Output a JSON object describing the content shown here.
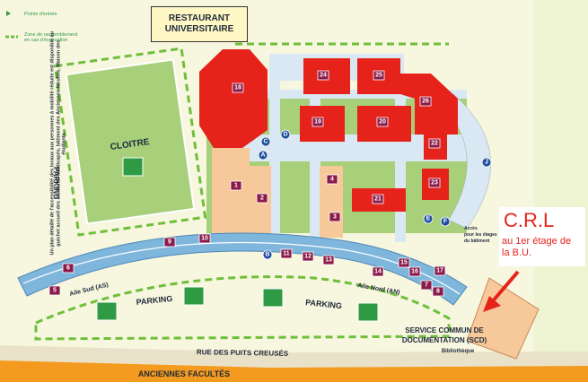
{
  "legend": {
    "entry_points": "Points d'entrée",
    "assembly_zone_line1": "Zone de rassemblement",
    "assembly_zone_line2": "en cas d'évacuation"
  },
  "restaurant": {
    "line1": "RESTAURANT",
    "line2": "UNIVERSITAIRE"
  },
  "accessibility_note": "Un plan détaillé de l'accessibilité des locaux aux personnes à mobilité réduite est disponible au guichet accueil des étudiants handicapés, bâtiment des Anciennes facultés, Maison des étudiants.",
  "labels": {
    "cloitre": "CLOITRE",
    "parking_left": "PARKING",
    "parking_1": "PARKING",
    "parking_2": "PARKING",
    "aile_sud": "Aile Sud (AS)",
    "aile_nord": "Aile Nord (AN)",
    "scd_line1": "SERVICE COMMUN DE",
    "scd_line2": "DOCUMENTATION (SCD)",
    "bibliotheque": "Bibliothèque",
    "rue": "RUE DES PUITS CREUSÉS",
    "anciennes_facultes": "ANCIENNES FACULTÉS",
    "acces_line1": "Accès",
    "acces_line2": "pour les étages",
    "acces_line3": "du bâtiment"
  },
  "buildings": {
    "red": [
      "18",
      "24",
      "25",
      "26",
      "19",
      "20",
      "22",
      "23",
      "21"
    ],
    "tan": [
      "1",
      "2",
      "3",
      "4"
    ],
    "wing": [
      "5",
      "6",
      "7",
      "8",
      "9",
      "10",
      "11",
      "12",
      "13",
      "14",
      "15",
      "16",
      "17"
    ],
    "letters": [
      "A",
      "B",
      "C",
      "D",
      "E",
      "F",
      "J"
    ]
  },
  "annotation": {
    "title": "C.R.L",
    "line1": "au 1er étage de",
    "line2": "la B.U."
  },
  "colors": {
    "building_red": "#e5231b",
    "building_tan": "#f7c99a",
    "wing_blue": "#7fb6dc",
    "grass": "#a8cf7a",
    "assembly_zone": "#6fbf3b",
    "road": "#f39a1f",
    "annotation_red": "#e5231b",
    "number_badge": "#8a1a4a",
    "letter_badge": "#1f4fa0"
  }
}
